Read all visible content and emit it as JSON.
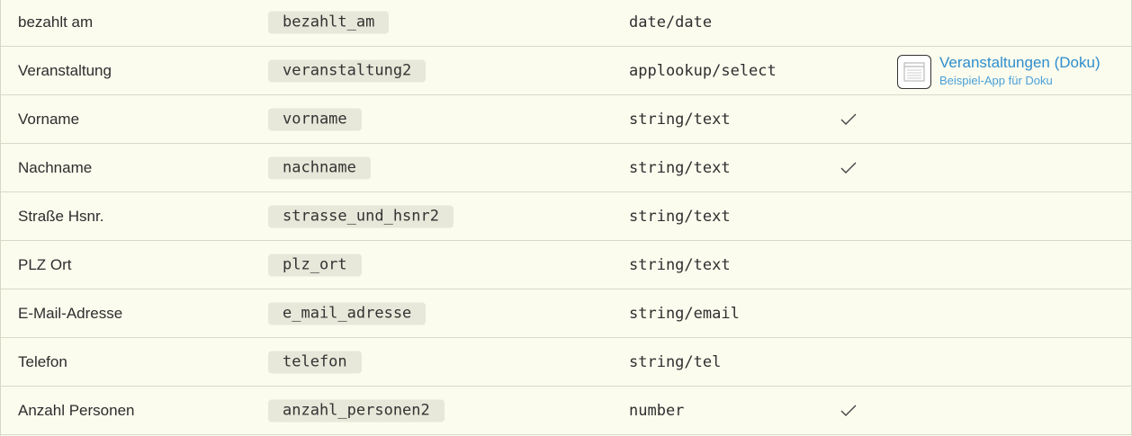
{
  "fields": [
    {
      "label": "bezahlt am",
      "identifier": "bezahlt_am",
      "type": "date/date",
      "required": false
    },
    {
      "label": "Veranstaltung",
      "identifier": "veranstaltung2",
      "type": "applookup/select",
      "required": false,
      "link": {
        "title": "Veranstaltungen (Doku)",
        "subtitle": "Beispiel-App für Doku"
      }
    },
    {
      "label": "Vorname",
      "identifier": "vorname",
      "type": "string/text",
      "required": true
    },
    {
      "label": "Nachname",
      "identifier": "nachname",
      "type": "string/text",
      "required": true
    },
    {
      "label": "Straße Hsnr.",
      "identifier": "strasse_und_hsnr2",
      "type": "string/text",
      "required": false
    },
    {
      "label": "PLZ Ort",
      "identifier": "plz_ort",
      "type": "string/text",
      "required": false
    },
    {
      "label": "E-Mail-Adresse",
      "identifier": "e_mail_adresse",
      "type": "string/email",
      "required": false
    },
    {
      "label": "Telefon",
      "identifier": "telefon",
      "type": "string/tel",
      "required": false
    },
    {
      "label": "Anzahl Personen",
      "identifier": "anzahl_personen2",
      "type": "number",
      "required": true
    }
  ],
  "icons": {
    "check": "checkmark-icon",
    "app": "app-window-icon"
  },
  "colors": {
    "background": "#fbfbee",
    "code_background": "#e8e8da",
    "link": "#2f8ecc"
  }
}
